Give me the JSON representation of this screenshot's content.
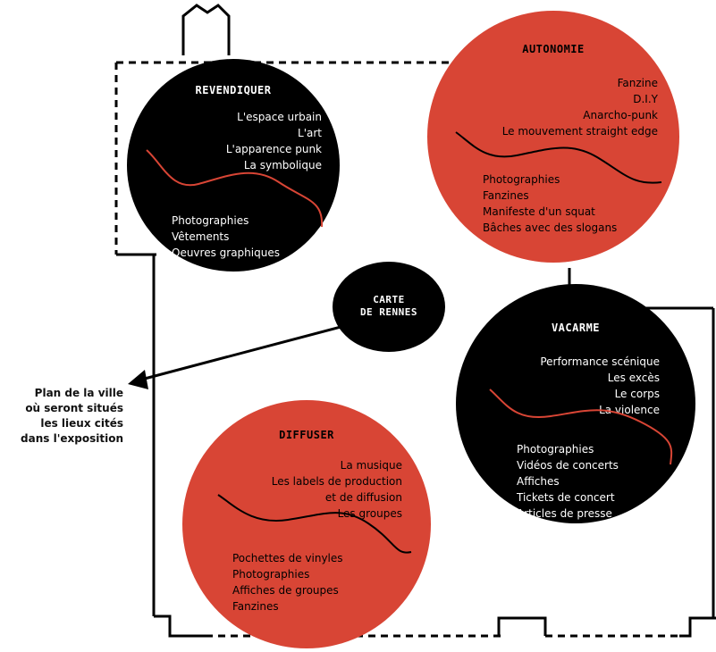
{
  "sections": {
    "revendiquer": {
      "title": "REVENDIQUER",
      "themes": [
        "L'espace urbain",
        "L'art",
        "L'apparence punk",
        "La symbolique"
      ],
      "items": [
        "Photographies",
        "Vêtements",
        "Oeuvres graphiques"
      ]
    },
    "autonomie": {
      "title": "AUTONOMIE",
      "themes": [
        "Fanzine",
        "D.I.Y",
        "Anarcho-punk",
        "Le mouvement straight edge"
      ],
      "items": [
        "Photographies",
        "Fanzines",
        "Manifeste d'un squat",
        "Bâches avec des slogans"
      ]
    },
    "carte": {
      "line1": "CARTE",
      "line2": "DE RENNES"
    },
    "vacarme": {
      "title": "VACARME",
      "themes": [
        "Performance scénique",
        "Les excès",
        "Le corps",
        "La violence"
      ],
      "items": [
        "Photographies",
        "Vidéos de concerts",
        "Affiches",
        "Tickets de concert",
        "Articles de presse"
      ]
    },
    "diffuser": {
      "title": "DIFFUSER",
      "themes": [
        "La musique",
        "Les labels de production",
        "et de diffusion",
        "Les groupes"
      ],
      "items": [
        "Pochettes de vinyles",
        "Photographies",
        "Affiches de groupes",
        "Fanzines"
      ]
    }
  },
  "annotation": {
    "lines": [
      "Plan de la ville",
      "où seront situés",
      "les lieux cités",
      "dans l'exposition"
    ]
  },
  "colors": {
    "black_circle": "#000000",
    "red_circle": "#d84535",
    "squiggle": "#d84535",
    "plan_lines": "#000000"
  }
}
